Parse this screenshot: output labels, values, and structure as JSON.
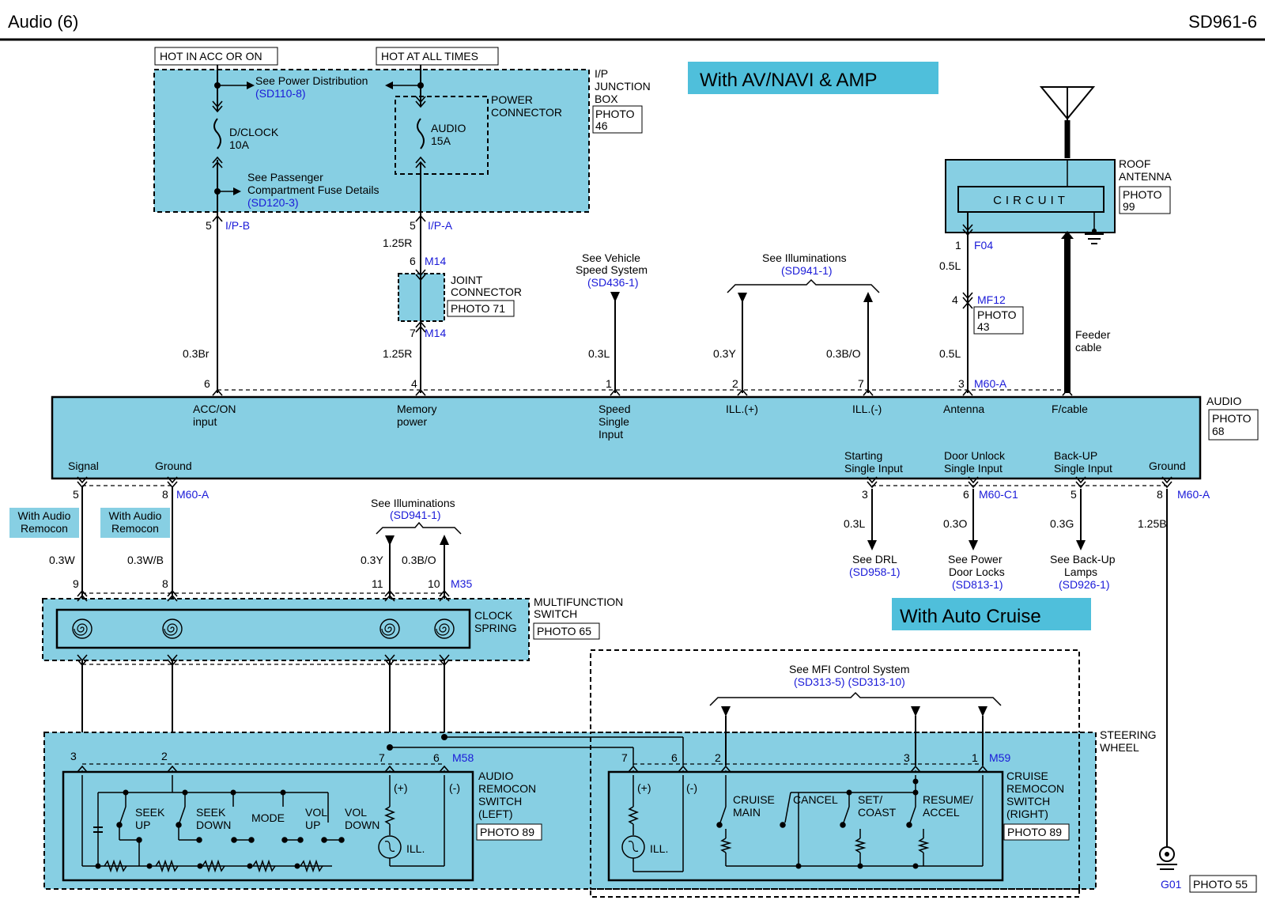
{
  "header": {
    "title": "Audio (6)",
    "code": "SD961-6"
  },
  "banners": {
    "av": "With AV/NAVI & AMP",
    "cruise": "With  Auto Cruise"
  },
  "power": {
    "hot_acc": "HOT IN ACC OR ON",
    "hot_all": "HOT AT ALL TIMES"
  },
  "junction": {
    "name": [
      "I/P",
      "JUNCTION",
      "BOX"
    ],
    "photo": [
      "PHOTO",
      "46"
    ],
    "see_power": "See Power Distribution",
    "see_power_ref": "(SD110-8)",
    "fuse1": [
      "D/CLOCK",
      "10A"
    ],
    "fuse2": [
      "AUDIO",
      "15A"
    ],
    "power_connector": [
      "POWER",
      "CONNECTOR"
    ],
    "see_pass": [
      "See Passenger",
      "Compartment Fuse Details"
    ],
    "see_pass_ref": "(SD120-3)"
  },
  "top_pins": {
    "acc": {
      "pin": "5",
      "conn": "I/P-B",
      "wire": "0.3Br",
      "audio_pin": "6"
    },
    "mem": {
      "pin": "5",
      "conn": "I/P-A",
      "wire1": "1.25R",
      "pin2": "6",
      "conn2": "M14",
      "pin3": "7",
      "conn3": "M14",
      "wire2": "1.25R",
      "audio_pin": "4"
    },
    "speed": {
      "see": [
        "See Vehicle",
        "Speed System"
      ],
      "ref": "(SD436-1)",
      "wire": "0.3L",
      "audio_pin": "1"
    },
    "ill": {
      "see": "See Illuminations",
      "ref": "(SD941-1)",
      "wire1": "0.3Y",
      "wire2": "0.3B/O",
      "pin1": "2",
      "pin2": "7"
    },
    "ant": {
      "pin": "1",
      "conn": "F04",
      "wire1": "0.5L",
      "pin2": "4",
      "conn2": "MF12",
      "photo": [
        "PHOTO",
        "43"
      ],
      "wire2": "0.5L",
      "audio_pin": "3",
      "audio_conn": "M60-A"
    },
    "feeder": [
      "Feeder",
      "cable"
    ]
  },
  "joint": {
    "name": [
      "JOINT",
      "CONNECTOR"
    ],
    "photo": "PHOTO 71"
  },
  "roof": {
    "name": [
      "ROOF",
      "ANTENNA"
    ],
    "photo": [
      "PHOTO",
      "99"
    ],
    "circuit": "CIRCUIT"
  },
  "audio": {
    "name": "AUDIO",
    "photo": [
      "PHOTO",
      "68"
    ],
    "labels_top": {
      "acc": [
        "ACC/ON",
        "input"
      ],
      "mem": [
        "Memory",
        "power"
      ],
      "speed": [
        "Speed",
        "Single",
        "Input"
      ],
      "illp": "ILL.(+)",
      "illm": "ILL.(-)",
      "ant": "Antenna",
      "fcable": "F/cable"
    },
    "labels_bottom": {
      "signal": "Signal",
      "ground": "Ground",
      "starting": [
        "Starting",
        "Single Input"
      ],
      "door": [
        "Door Unlock",
        "Single Input"
      ],
      "backup": [
        "Back-UP",
        "Single Input"
      ],
      "ground2": "Ground"
    }
  },
  "bottom_pins": {
    "signal": {
      "pin": "5"
    },
    "ground": {
      "pin": "8",
      "conn": "M60-A",
      "wire": "1.25B",
      "g": "G01",
      "photo": "PHOTO 55"
    },
    "starting": {
      "pin": "3",
      "wire": "0.3L",
      "see": "See DRL",
      "ref": "(SD958-1)"
    },
    "door": {
      "pin": "6",
      "conn": "M60-C1",
      "wire": "0.3O",
      "see": [
        "See Power",
        "Door Locks"
      ],
      "ref": "(SD813-1)"
    },
    "backup": {
      "pin": "5",
      "wire": "0.3G",
      "see": [
        "See Back-Up",
        "Lamps"
      ],
      "ref": "(SD926-1)"
    }
  },
  "remocon": {
    "label": [
      "With Audio",
      "Remocon"
    ]
  },
  "wires_mid": {
    "w1": "0.3W",
    "w2": "0.3W/B",
    "w3": "0.3Y",
    "w4": "0.3B/O",
    "p1": "9",
    "p2": "8",
    "p3": "11",
    "p4": "10",
    "conn": "M35",
    "see": "See Illuminations",
    "ref": "(SD941-1)"
  },
  "multifunction": {
    "name": [
      "MULTIFUNCTION",
      "SWITCH"
    ],
    "photo": "PHOTO 65",
    "clock": [
      "CLOCK",
      "SPRING"
    ]
  },
  "steering": {
    "name": [
      "STEERING",
      "WHEEL"
    ],
    "pins": {
      "p3": "3",
      "p2": "2",
      "p7": "7",
      "p6": "6",
      "conn58": "M58",
      "q7": "7",
      "q6": "6",
      "q2": "2",
      "q3": "3",
      "q1": "1",
      "conn59": "M59"
    }
  },
  "left_switch": {
    "name": [
      "AUDIO",
      "REMOCON",
      "SWITCH",
      "(LEFT)"
    ],
    "photo": "PHOTO 89",
    "buttons": {
      "seek_up": [
        "SEEK",
        "UP"
      ],
      "seek_down": [
        "SEEK",
        "DOWN"
      ],
      "mode": "MODE",
      "vol_up": [
        "VOL",
        "UP"
      ],
      "vol_down": [
        "VOL",
        "DOWN"
      ]
    },
    "plus": "(+)",
    "minus": "(-)",
    "ill": "ILL."
  },
  "right_switch": {
    "name": [
      "CRUISE",
      "REMOCON",
      "SWITCH",
      "(RIGHT)"
    ],
    "photo": "PHOTO 89",
    "buttons": {
      "cruise": [
        "CRUISE",
        "MAIN"
      ],
      "cancel": "CANCEL",
      "set": [
        "SET/",
        "COAST"
      ],
      "resume": [
        "RESUME/",
        "ACCEL"
      ]
    },
    "plus": "(+)",
    "minus": "(-)",
    "ill": "ILL."
  },
  "mfi": {
    "see": "See MFI Control System",
    "ref": "(SD313-5) (SD313-10)"
  }
}
